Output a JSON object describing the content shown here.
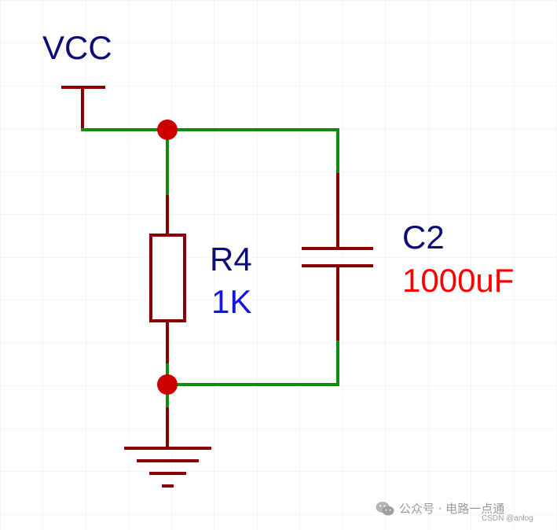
{
  "components": {
    "power": {
      "label": "VCC"
    },
    "resistor": {
      "ref": "R4",
      "value": "1K"
    },
    "capacitor": {
      "ref": "C2",
      "value": "1000uF"
    }
  },
  "colors": {
    "wire": "#0f8a12",
    "pin": "#8b0000",
    "junction": "#cc0000",
    "ref_text": "#0d0d78",
    "resistor_value": "#1515e8",
    "capacitor_value": "#ff0000",
    "grid": "#ececec"
  },
  "watermark": {
    "account_text": "公众号 · 电路一点通",
    "source_text": "CSDN @anlog"
  }
}
